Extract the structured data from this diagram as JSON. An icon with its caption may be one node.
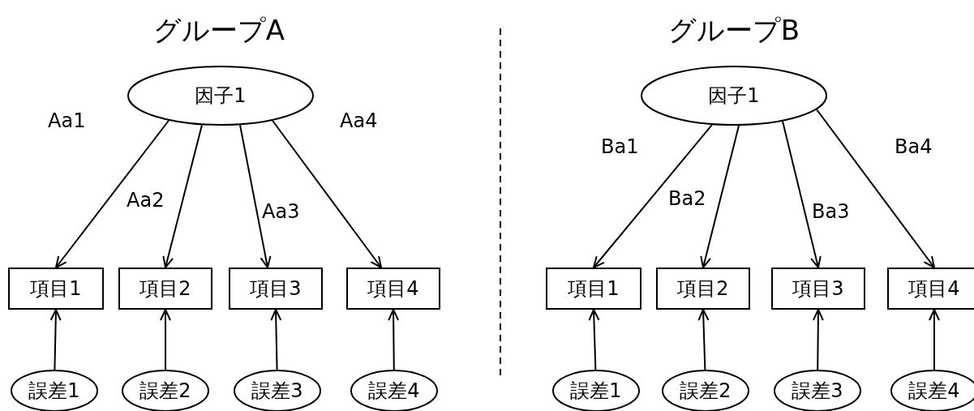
{
  "diagram": {
    "nodes": [
      {
        "text": [
          "因子1"
        ]
      },
      {
        "text": [
          "項目1"
        ]
      },
      {
        "text": [
          "項目2"
        ]
      },
      {
        "text": [
          "項目3"
        ]
      },
      {
        "text": [
          "項目4"
        ]
      },
      {
        "text": [
          "誤差1"
        ]
      },
      {
        "text": [
          "誤差2"
        ]
      },
      {
        "text": [
          "誤差3"
        ]
      },
      {
        "text": [
          "誤差4"
        ]
      },
      {
        "text": [
          "因子1"
        ]
      },
      {
        "text": [
          "項目1"
        ]
      },
      {
        "text": [
          "項目2"
        ]
      },
      {
        "text": [
          "項目3"
        ]
      },
      {
        "text": [
          "項目4"
        ]
      },
      {
        "text": [
          "誤差1"
        ]
      },
      {
        "text": [
          "誤差2"
        ]
      },
      {
        "text": [
          "誤差3"
        ]
      },
      {
        "text": [
          "誤差4"
        ]
      }
    ],
    "edges": [
      {
        "from": 0,
        "to": 1,
        "arrow": "to",
        "label": "Aa1"
      },
      {
        "from": 0,
        "to": 2,
        "arrow": "to",
        "label": "Aa2"
      },
      {
        "from": 0,
        "to": 3,
        "arrow": "to",
        "label": "Aa3"
      },
      {
        "from": 0,
        "to": 4,
        "arrow": "to",
        "label": "Aa4"
      },
      {
        "from": 5,
        "to": 1,
        "arrow": "to"
      },
      {
        "from": 6,
        "to": 2,
        "arrow": "to"
      },
      {
        "from": 7,
        "to": 3,
        "arrow": "to"
      },
      {
        "from": 8,
        "to": 4,
        "arrow": "to"
      },
      {
        "from": 9,
        "to": 10,
        "arrow": "to",
        "label": "Ba1"
      },
      {
        "from": 9,
        "to": 11,
        "arrow": "to",
        "label": "Ba2"
      },
      {
        "from": 9,
        "to": 12,
        "arrow": "to",
        "label": "Ba3"
      },
      {
        "from": 9,
        "to": 13,
        "arrow": "to",
        "label": "Ba4"
      },
      {
        "from": 14,
        "to": 10,
        "arrow": "to"
      },
      {
        "from": 15,
        "to": 11,
        "arrow": "to"
      },
      {
        "from": 16,
        "to": 12,
        "arrow": "to"
      },
      {
        "from": 17,
        "to": 13,
        "arrow": "to"
      }
    ],
    "labels": [
      "グループA",
      "グループB"
    ]
  }
}
